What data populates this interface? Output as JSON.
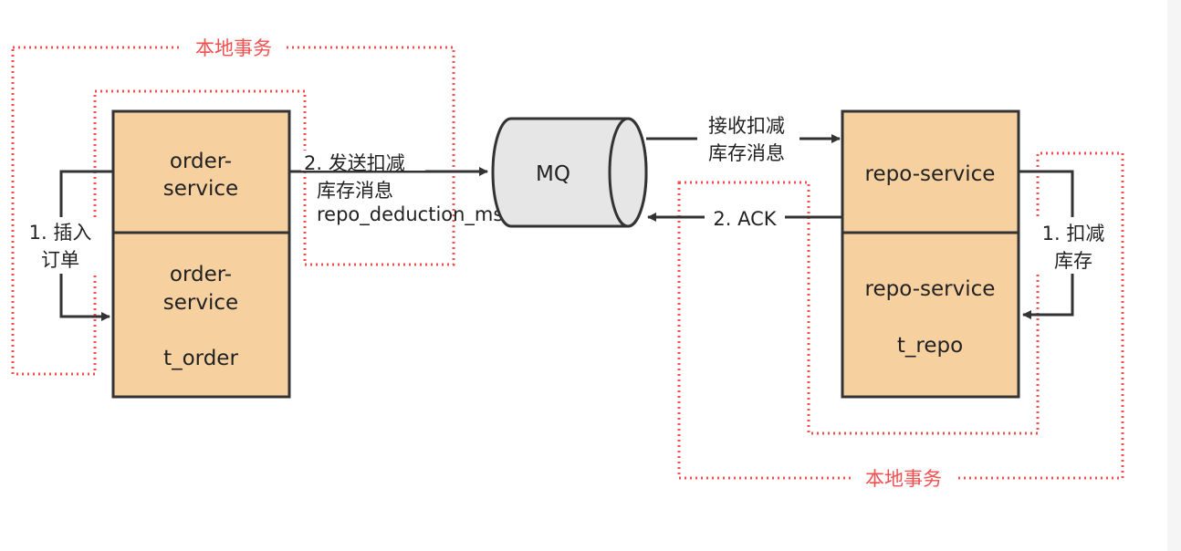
{
  "colors": {
    "box_fill": "#f7d0a0",
    "box_stroke": "#333333",
    "cylinder_fill": "#e6e6e6",
    "arrow": "#333333",
    "dotted_red": "#f05050",
    "text": "#222222"
  },
  "left": {
    "txn_label": "本地事务",
    "service_box": {
      "line1": "order-",
      "line2": "service"
    },
    "db_box": {
      "line1": "order-",
      "line2": "service",
      "line3": "t_order"
    },
    "insert_label": {
      "line1": "1. 插入",
      "line2": "订单"
    },
    "send_label": {
      "line1": "2. 发送扣减",
      "line2": "库存消息",
      "line3": "repo_deduction_msg"
    }
  },
  "mq": {
    "label": "MQ"
  },
  "right": {
    "receive_label": {
      "line1": "接收扣减",
      "line2": "库存消息"
    },
    "ack_label": "2. ACK",
    "service_box": {
      "line1": "repo-service"
    },
    "db_box": {
      "line1": "repo-service",
      "line2": "t_repo"
    },
    "deduct_label": {
      "line1": "1. 扣减",
      "line2": "库存"
    },
    "txn_label": "本地事务"
  }
}
